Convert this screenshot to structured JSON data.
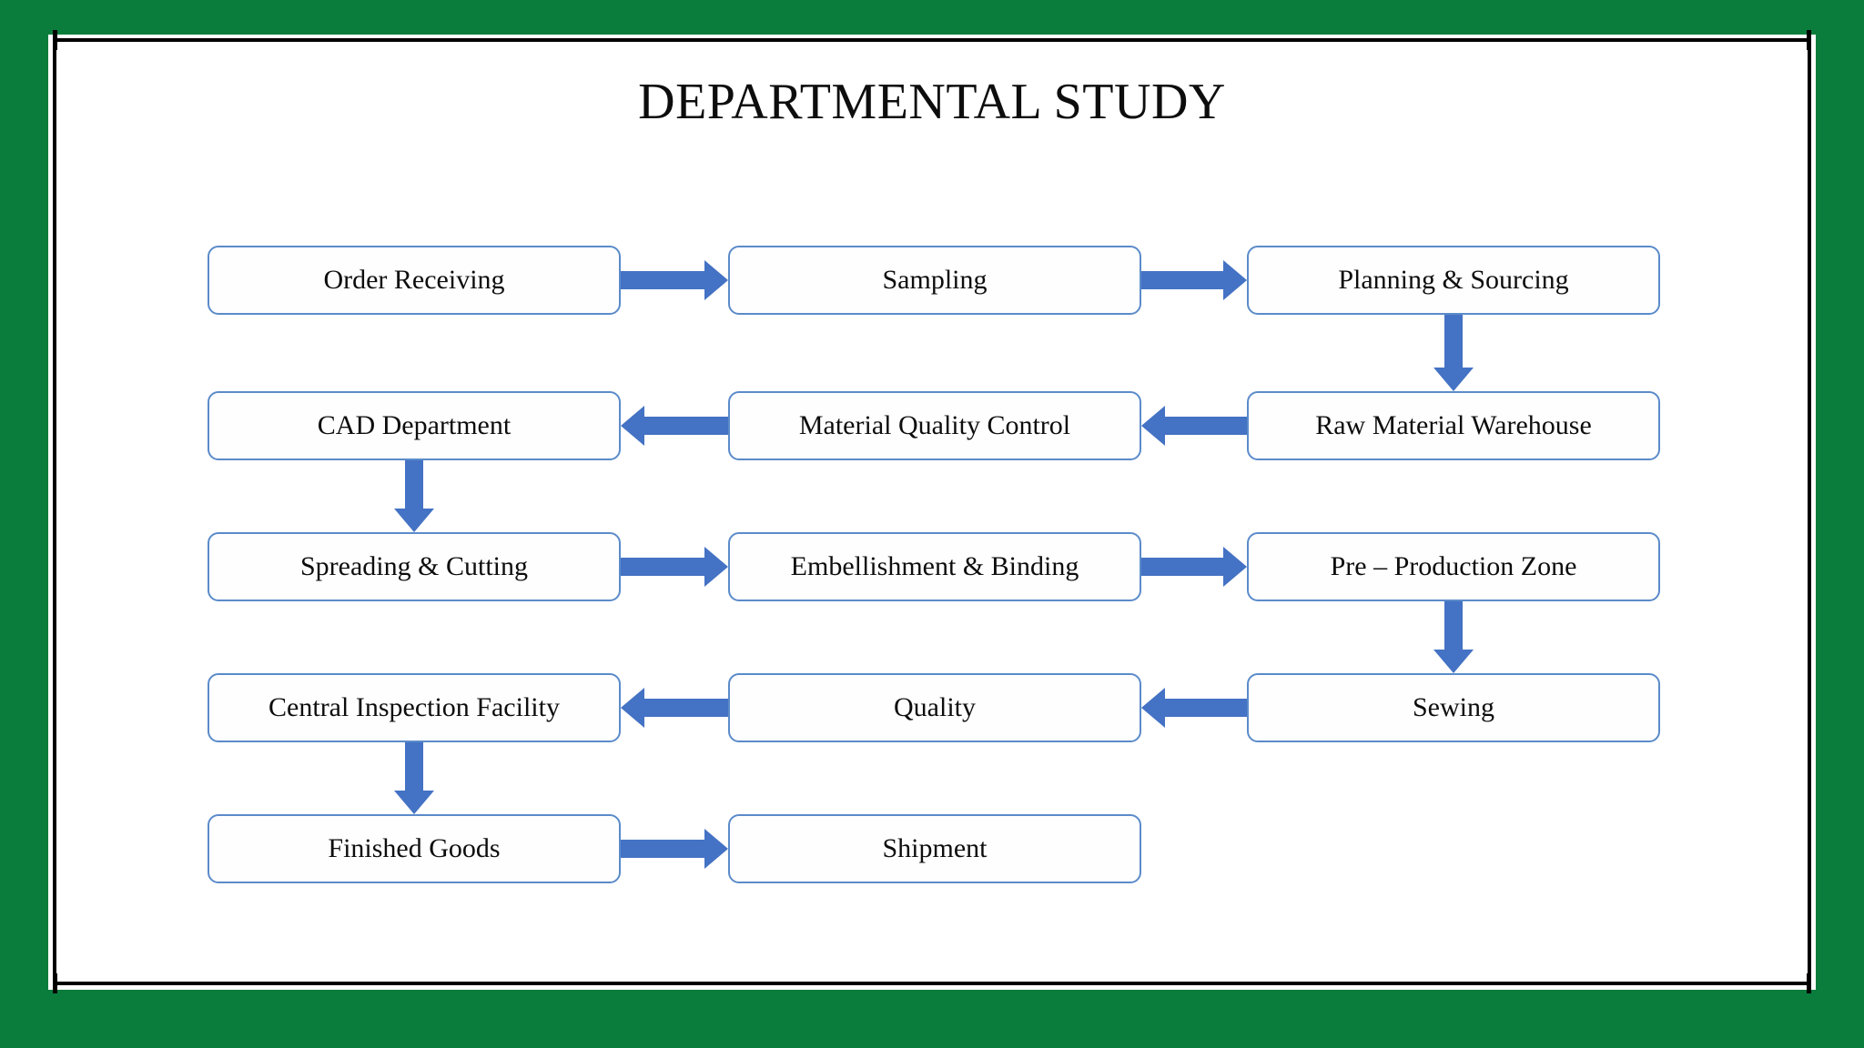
{
  "page": {
    "title": "DEPARTMENTAL STUDY",
    "background_color": "#0a7d3c",
    "panel_color": "#ffffff",
    "frame_color": "#000000"
  },
  "diagram": {
    "type": "flowchart",
    "node_border_color": "#5b8bc9",
    "node_fill_color": "#fefeff",
    "arrow_color": "#4472c4",
    "nodes": [
      {
        "id": "order-receiving",
        "label": "Order Receiving",
        "row": 1,
        "col": 1
      },
      {
        "id": "sampling",
        "label": "Sampling",
        "row": 1,
        "col": 2
      },
      {
        "id": "planning-sourcing",
        "label": "Planning & Sourcing",
        "row": 1,
        "col": 3
      },
      {
        "id": "cad-department",
        "label": "CAD Department",
        "row": 2,
        "col": 1
      },
      {
        "id": "material-quality-control",
        "label": "Material Quality Control",
        "row": 2,
        "col": 2
      },
      {
        "id": "raw-material-warehouse",
        "label": "Raw Material Warehouse",
        "row": 2,
        "col": 3
      },
      {
        "id": "spreading-cutting",
        "label": "Spreading & Cutting",
        "row": 3,
        "col": 1
      },
      {
        "id": "embellishment-binding",
        "label": "Embellishment & Binding",
        "row": 3,
        "col": 2
      },
      {
        "id": "pre-production-zone",
        "label": "Pre – Production Zone",
        "row": 3,
        "col": 3
      },
      {
        "id": "central-inspection-facility",
        "label": "Central Inspection Facility",
        "row": 4,
        "col": 1
      },
      {
        "id": "quality",
        "label": "Quality",
        "row": 4,
        "col": 2
      },
      {
        "id": "sewing",
        "label": "Sewing",
        "row": 4,
        "col": 3
      },
      {
        "id": "finished-goods",
        "label": "Finished Goods",
        "row": 5,
        "col": 1
      },
      {
        "id": "shipment",
        "label": "Shipment",
        "row": 5,
        "col": 2
      }
    ],
    "edges": [
      {
        "from": "order-receiving",
        "to": "sampling",
        "direction": "right"
      },
      {
        "from": "sampling",
        "to": "planning-sourcing",
        "direction": "right"
      },
      {
        "from": "planning-sourcing",
        "to": "raw-material-warehouse",
        "direction": "down"
      },
      {
        "from": "raw-material-warehouse",
        "to": "material-quality-control",
        "direction": "left"
      },
      {
        "from": "material-quality-control",
        "to": "cad-department",
        "direction": "left"
      },
      {
        "from": "cad-department",
        "to": "spreading-cutting",
        "direction": "down"
      },
      {
        "from": "spreading-cutting",
        "to": "embellishment-binding",
        "direction": "right"
      },
      {
        "from": "embellishment-binding",
        "to": "pre-production-zone",
        "direction": "right"
      },
      {
        "from": "pre-production-zone",
        "to": "sewing",
        "direction": "down"
      },
      {
        "from": "sewing",
        "to": "quality",
        "direction": "left"
      },
      {
        "from": "quality",
        "to": "central-inspection-facility",
        "direction": "left"
      },
      {
        "from": "central-inspection-facility",
        "to": "finished-goods",
        "direction": "down"
      },
      {
        "from": "finished-goods",
        "to": "shipment",
        "direction": "right"
      }
    ]
  }
}
